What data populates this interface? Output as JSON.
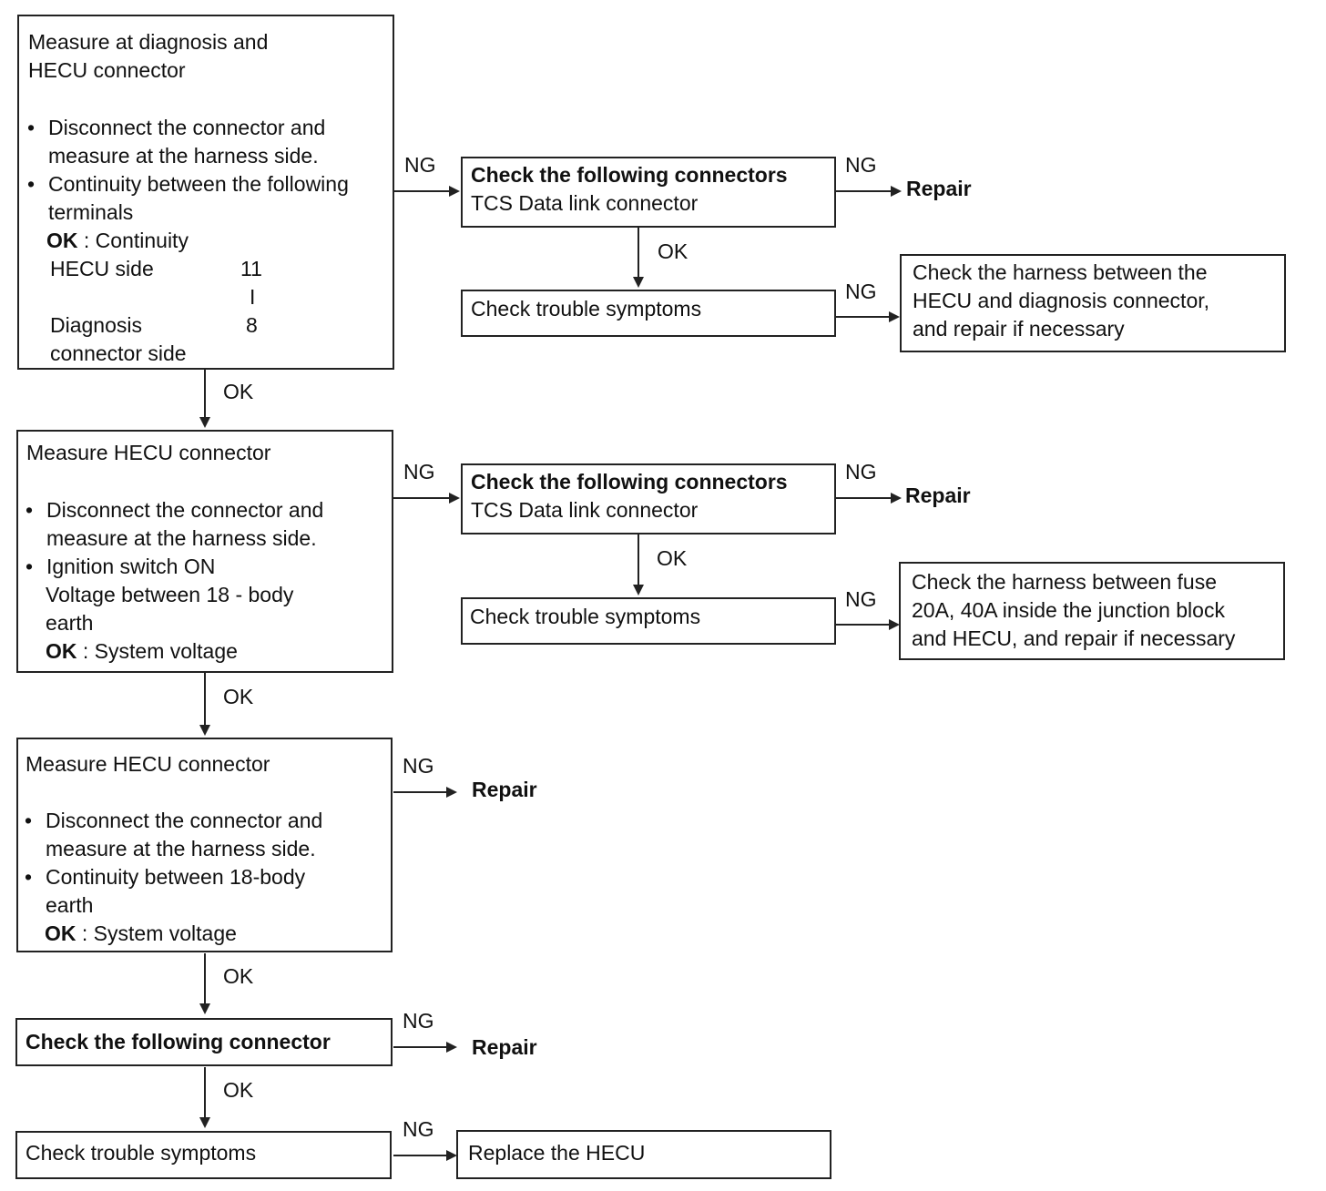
{
  "labels": {
    "ng": "NG",
    "ok": "OK",
    "repair": "Repair"
  },
  "step1": {
    "title_1": "Measure at diagnosis and",
    "title_2": "HECU connector",
    "b1_1": "Disconnect the connector and",
    "b1_2": "measure at the harness side.",
    "b2_1": "Continuity between the following",
    "b2_2": "terminals",
    "ok_key": "OK",
    "ok_value": " : Continuity",
    "hecu_side": "HECU side",
    "hecu_terminal": "11",
    "separator": "I",
    "diag_side_1": "Diagnosis",
    "diag_side_2": "connector side",
    "diag_terminal": "8"
  },
  "step1_check": {
    "title": "Check the following connectors",
    "sub": "TCS Data link connector"
  },
  "step1_symptoms": "Check trouble symptoms",
  "step1_harness": {
    "l1": "Check the harness between the",
    "l2": "HECU and diagnosis connector,",
    "l3": "and repair if necessary"
  },
  "step2": {
    "title": "Measure HECU connector",
    "b1_1": "Disconnect the connector and",
    "b1_2": "measure at the harness side.",
    "b2_1": "Ignition switch ON",
    "b2_2": "Voltage between 18 - body",
    "b2_3": "earth",
    "ok_key": "OK",
    "ok_value": " : System voltage"
  },
  "step2_check": {
    "title": "Check the following connectors",
    "sub": "TCS Data link connector"
  },
  "step2_symptoms": "Check trouble symptoms",
  "step2_harness": {
    "l1": "Check the harness between fuse",
    "l2": "20A, 40A inside the junction block",
    "l3": "and HECU, and repair if necessary"
  },
  "step3": {
    "title": "Measure HECU connector",
    "b1_1": "Disconnect the connector and",
    "b1_2": "measure at the harness side.",
    "b2_1": "Continuity between 18-body",
    "b2_2": "earth",
    "ok_key": "OK",
    "ok_value": " : System voltage"
  },
  "step4": {
    "title": "Check the following connector"
  },
  "step5": {
    "title": "Check trouble symptoms"
  },
  "final": {
    "title": "Replace the HECU"
  },
  "colors": {
    "line": "#222222",
    "text": "#111111",
    "background": "#ffffff"
  }
}
